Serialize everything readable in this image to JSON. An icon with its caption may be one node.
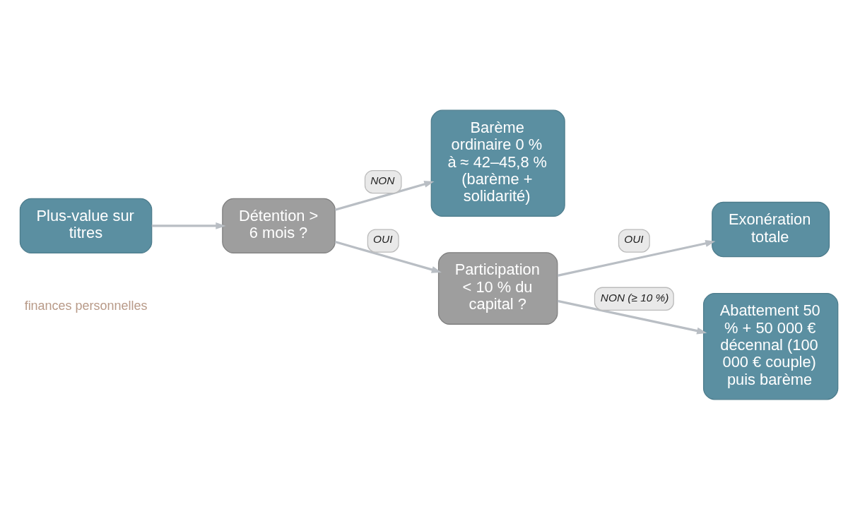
{
  "diagram": {
    "nodes": [
      {
        "text": [
          "Plus-value sur titres"
        ]
      },
      {
        "text": [
          "Détention > 6 mois ?"
        ]
      },
      {
        "text": [
          "Barème ordinaire 0 % à ≈ 42–45,8 % (barème + solidarité)"
        ]
      },
      {
        "text": [
          "Participation < 10 % du capital ?"
        ]
      },
      {
        "text": [
          "Exonération totale"
        ]
      },
      {
        "text": [
          "Abattement 50 % + 50 000 € décennal (100 000 € couple) puis barème"
        ]
      }
    ],
    "edges": [
      {
        "from": 0,
        "to": 1,
        "arrow": "to"
      },
      {
        "from": 1,
        "to": 2,
        "arrow": "to",
        "label": "NON"
      },
      {
        "from": 1,
        "to": 3,
        "arrow": "to",
        "label": "OUI"
      },
      {
        "from": 3,
        "to": 4,
        "arrow": "to",
        "label": "OUI"
      },
      {
        "from": 3,
        "to": 5,
        "arrow": "to",
        "label": "NON (≥ 10 %)"
      }
    ],
    "labels": [
      "finances personnelles"
    ]
  }
}
